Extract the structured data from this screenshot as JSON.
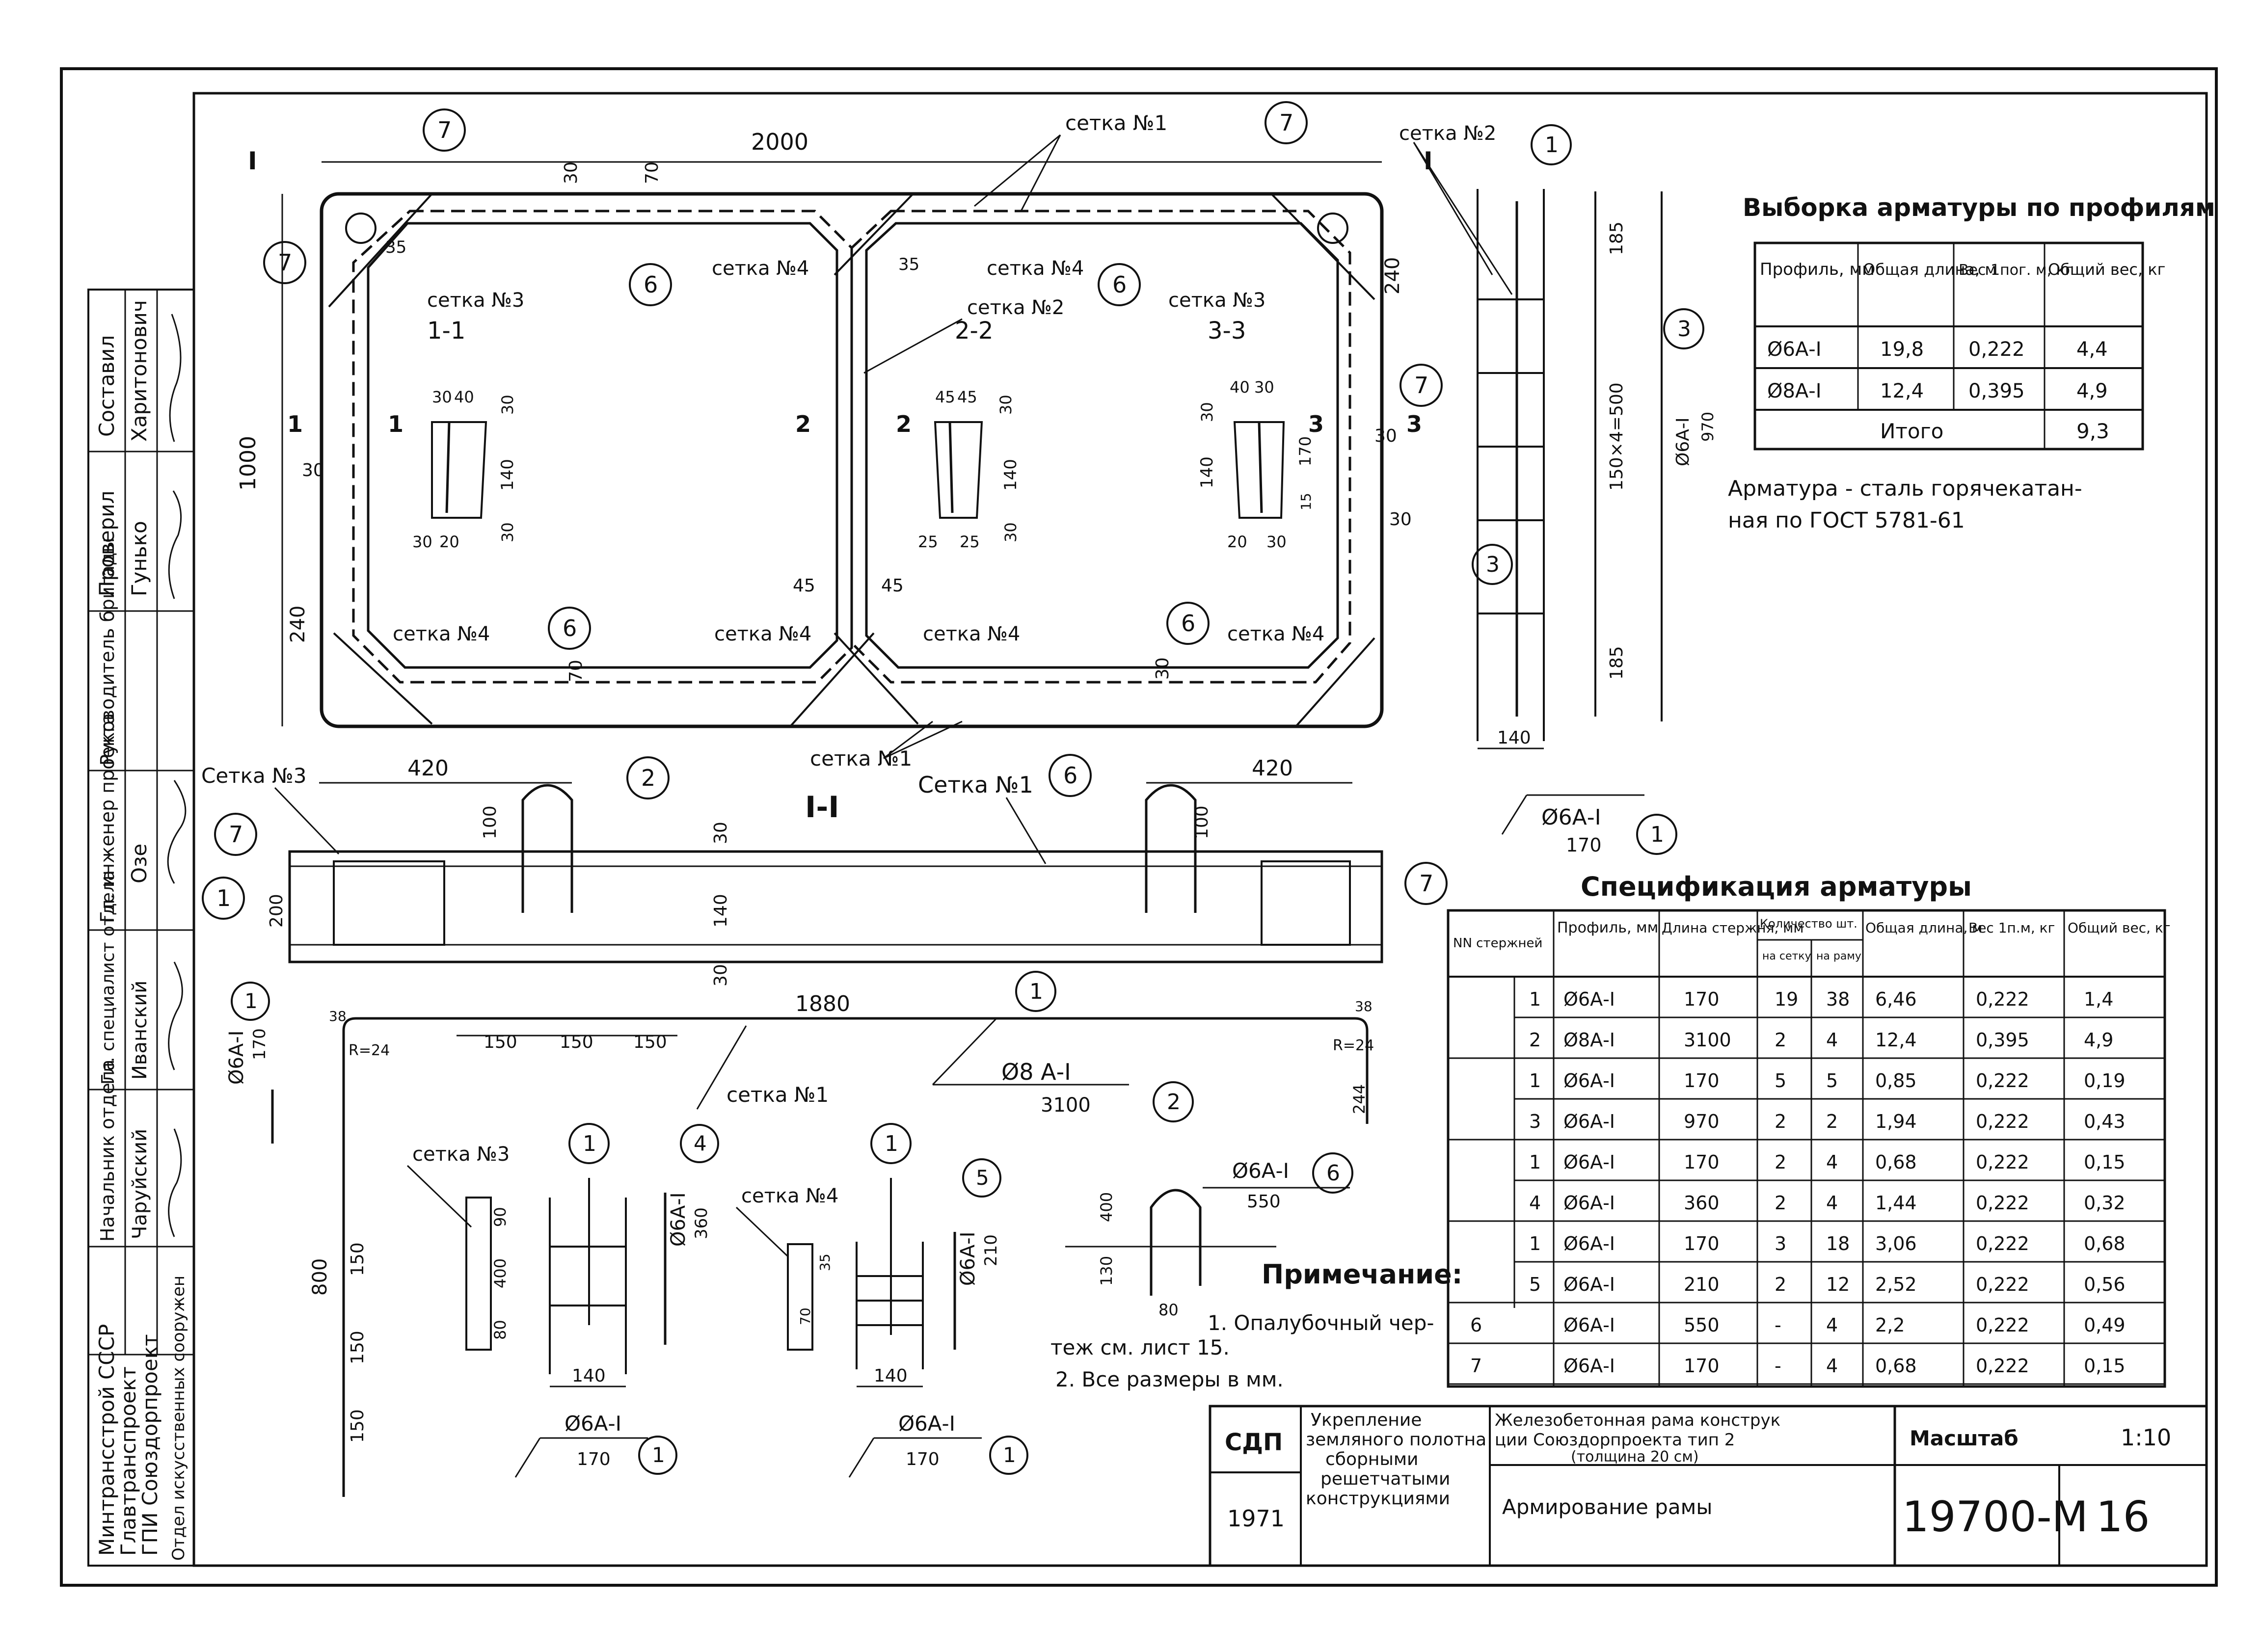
{
  "title_block": {
    "org1": "Минтрансстрой СССР",
    "org2": "Главтранспроект",
    "org3": "ГПИ Союздорпроект",
    "org4": "Отдел искусственных сооружен",
    "code": "СДП",
    "year": "1971",
    "subject": [
      "Укрепление",
      "земляного полотна",
      "сборными",
      "решетчатыми",
      "конструкциями"
    ],
    "construction": [
      "Железобетонная рама конструк",
      "ции Союздорпроекта тип 2",
      "(толщина 20 см)"
    ],
    "sheet_title": "Армирование рамы",
    "scale_label": "Масштаб",
    "scale_value": "1:10",
    "doc_number": "19700-М",
    "sheet_number": "16"
  },
  "roles": [
    {
      "role": "Составил",
      "name": "Харитонович"
    },
    {
      "role": "Проверил",
      "name": "Гунько"
    },
    {
      "role": "Руководитель бригады",
      "name": ""
    },
    {
      "role": "Гл. инженер проекта",
      "name": "Озе"
    },
    {
      "role": "Гл. специалист отдела",
      "name": "Иванский"
    },
    {
      "role": "Начальник отдела",
      "name": "Чаруйский"
    }
  ],
  "plan": {
    "dim_2000": "2000",
    "dim_1000": "1000",
    "dim_240": "240",
    "dim_45": "45",
    "dim_30": "30",
    "dim_70": "70",
    "dim_35": "35",
    "sec_1": "1-1",
    "sec_2": "2-2",
    "sec_3": "3-3",
    "cut_I": "I",
    "cut_1": "1",
    "cut_2": "2",
    "cut_3": "3",
    "mesh1": "сетка №1",
    "mesh2": "сетка №2",
    "mesh3": "сетка №3",
    "mesh4": "сетка №4",
    "m_1-1": [
      "30",
      "40",
      "30",
      "140",
      "30",
      "30",
      "20",
      "30",
      "30"
    ],
    "m_2-2": [
      "45",
      "45",
      "30",
      "140",
      "30",
      "25",
      "25",
      "30"
    ],
    "m_3-3": [
      "40",
      "30",
      "30",
      "140",
      "170",
      "15",
      "30",
      "20",
      "30"
    ],
    "callout_6": "6",
    "callout_7": "7"
  },
  "side_mesh": {
    "dim_185": "185",
    "dim_150": "150×4=500",
    "dim_140": "140",
    "label": "Ø6А-I",
    "len": "170",
    "len_970": "970",
    "callout_1": "1",
    "callout_3": "3",
    "mesh2": "сетка №2"
  },
  "section": {
    "label": "I-I",
    "mesh1": "Сетка №1",
    "mesh3": "Сетка №3",
    "dim_420": "420",
    "dim_100": "100",
    "dim_200": "200",
    "dim_30": "30",
    "dim_140": "140",
    "dim_1880": "1880",
    "dim_150": "150",
    "dim_800": "800",
    "dim_90": "90",
    "dim_400": "400",
    "dim_80": "80",
    "dim_130": "130",
    "dim_244": "244",
    "r24": "R=24",
    "dim_38": "38",
    "dim_70": "70",
    "dim_35": "35"
  },
  "bars": {
    "b1": "Ø6А-I",
    "b1_len": "170",
    "b2": "Ø8 А-I",
    "b2_len": "3100",
    "b4": "Ø6А-I",
    "b4_len": "360",
    "b5": "Ø6А-I",
    "b5_len": "210",
    "b6": "Ø6А-I",
    "b6_len": "550",
    "mesh3": "сетка №3",
    "mesh4": "сетка №4",
    "mesh1": "сетка №1"
  },
  "profile_table": {
    "title": "Выборка арматуры по профилям",
    "headers": [
      "Профиль, мм",
      "Общая длина, м",
      "Вес 1пог. м, кг",
      "Общий вес, кг"
    ],
    "rows": [
      [
        "Ø6А-I",
        "19,8",
        "0,222",
        "4,4"
      ],
      [
        "Ø8А-I",
        "12,4",
        "0,395",
        "4,9"
      ]
    ],
    "total_label": "Итого",
    "total_value": "9,3"
  },
  "steel_note": [
    "Арматура - сталь горячекатан-",
    "ная по ГОСТ 5781-61"
  ],
  "spec_table": {
    "title": "Спецификация арматуры",
    "headers": [
      "NN стержней",
      "Профиль, мм",
      "Длина стержня, мм",
      "Количество шт.",
      "на сетку",
      "на раму",
      "Общая длина, м",
      "Вес 1п.м, кг",
      "Общий вес, кг"
    ],
    "rows": [
      [
        "",
        "1",
        "Ø6А-I",
        "170",
        "19",
        "38",
        "6,46",
        "0,222",
        "1,4"
      ],
      [
        "",
        "2",
        "Ø8А-I",
        "3100",
        "2",
        "4",
        "12,4",
        "0,395",
        "4,9"
      ],
      [
        "",
        "1",
        "Ø6А-I",
        "170",
        "5",
        "5",
        "0,85",
        "0,222",
        "0,19"
      ],
      [
        "",
        "3",
        "Ø6А-I",
        "970",
        "2",
        "2",
        "1,94",
        "0,222",
        "0,43"
      ],
      [
        "",
        "1",
        "Ø6А-I",
        "170",
        "2",
        "4",
        "0,68",
        "0,222",
        "0,15"
      ],
      [
        "",
        "4",
        "Ø6А-I",
        "360",
        "2",
        "4",
        "1,44",
        "0,222",
        "0,32"
      ],
      [
        "",
        "1",
        "Ø6А-I",
        "170",
        "3",
        "18",
        "3,06",
        "0,222",
        "0,68"
      ],
      [
        "",
        "5",
        "Ø6А-I",
        "210",
        "2",
        "12",
        "2,52",
        "0,222",
        "0,56"
      ],
      [
        "6",
        "",
        "Ø6А-I",
        "550",
        "-",
        "4",
        "2,2",
        "0,222",
        "0,49"
      ],
      [
        "7",
        "",
        "Ø6А-I",
        "170",
        "-",
        "4",
        "0,68",
        "0,222",
        "0,15"
      ]
    ]
  },
  "note": {
    "title": "Примечание:",
    "lines": [
      "1. Опалубочный чер-",
      "теж см. лист 15.",
      "2. Все размеры в мм."
    ]
  }
}
